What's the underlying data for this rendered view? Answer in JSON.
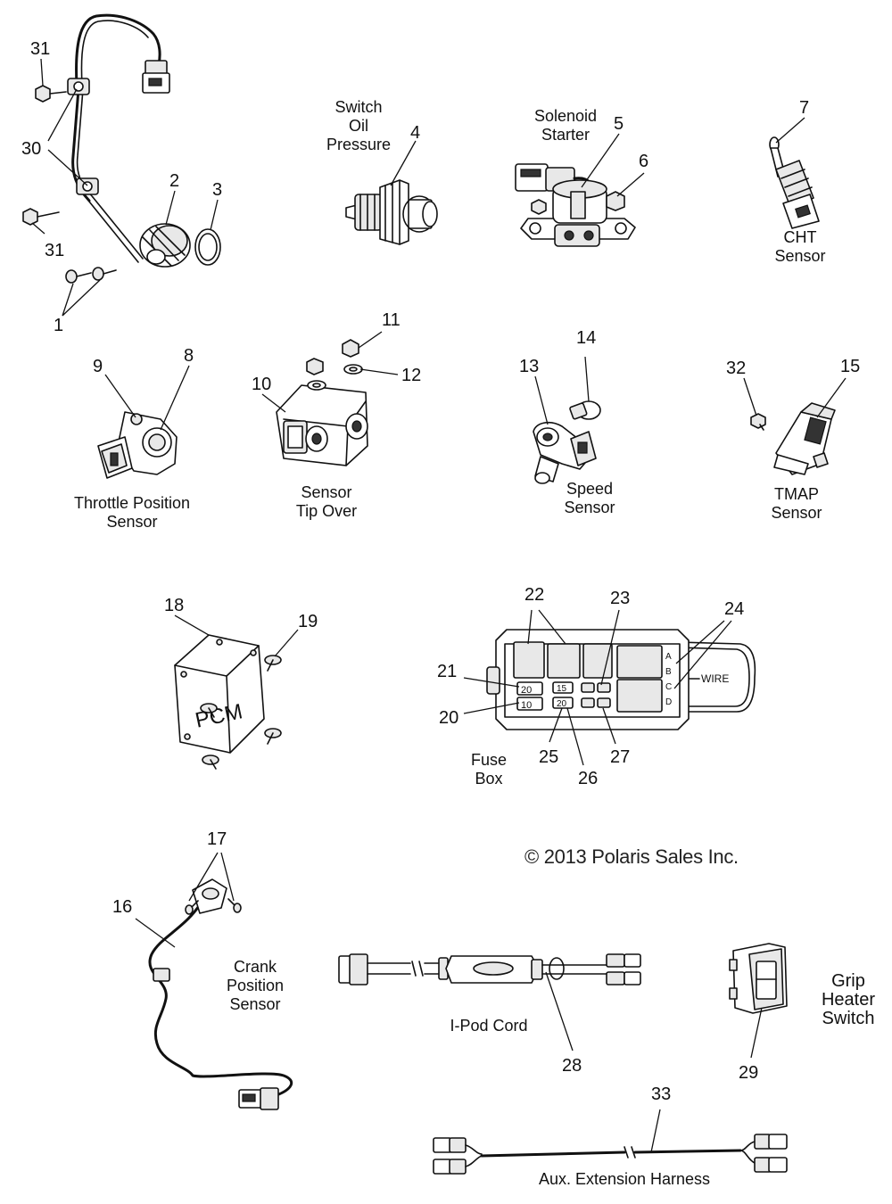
{
  "labels": {
    "switch_oil_pressure": [
      "Switch",
      "Oil",
      "Pressure"
    ],
    "solenoid_starter": [
      "Solenoid",
      "Starter"
    ],
    "cht_sensor": [
      "CHT",
      "Sensor"
    ],
    "throttle_position_sensor": [
      "Throttle Position",
      "Sensor"
    ],
    "sensor_tip_over": [
      "Sensor",
      "Tip Over"
    ],
    "speed_sensor": [
      "Speed",
      "Sensor"
    ],
    "tmap_sensor": [
      "TMAP",
      "Sensor"
    ],
    "fuse_box": [
      "Fuse",
      "Box"
    ],
    "crank_position_sensor": [
      "Crank",
      "Position",
      "Sensor"
    ],
    "ipod_cord": "I-Pod Cord",
    "grip_heater_switch": [
      "Grip",
      "Heater",
      "Switch"
    ],
    "aux_extension_harness": "Aux. Extension Harness"
  },
  "copyright": "© 2013 Polaris Sales Inc.",
  "pcm_text": "PCM",
  "fuse_values": [
    "20",
    "10",
    "15",
    "20"
  ],
  "fuse_box_wire_text": "WIRE",
  "fuse_box_letters": [
    "A",
    "B",
    "C",
    "D"
  ],
  "callouts": [
    "1",
    "2",
    "3",
    "4",
    "5",
    "6",
    "7",
    "8",
    "9",
    "10",
    "11",
    "12",
    "13",
    "14",
    "15",
    "16",
    "17",
    "18",
    "19",
    "20",
    "21",
    "22",
    "23",
    "24",
    "25",
    "26",
    "27",
    "28",
    "29",
    "30",
    "31",
    "31",
    "32",
    "33"
  ]
}
